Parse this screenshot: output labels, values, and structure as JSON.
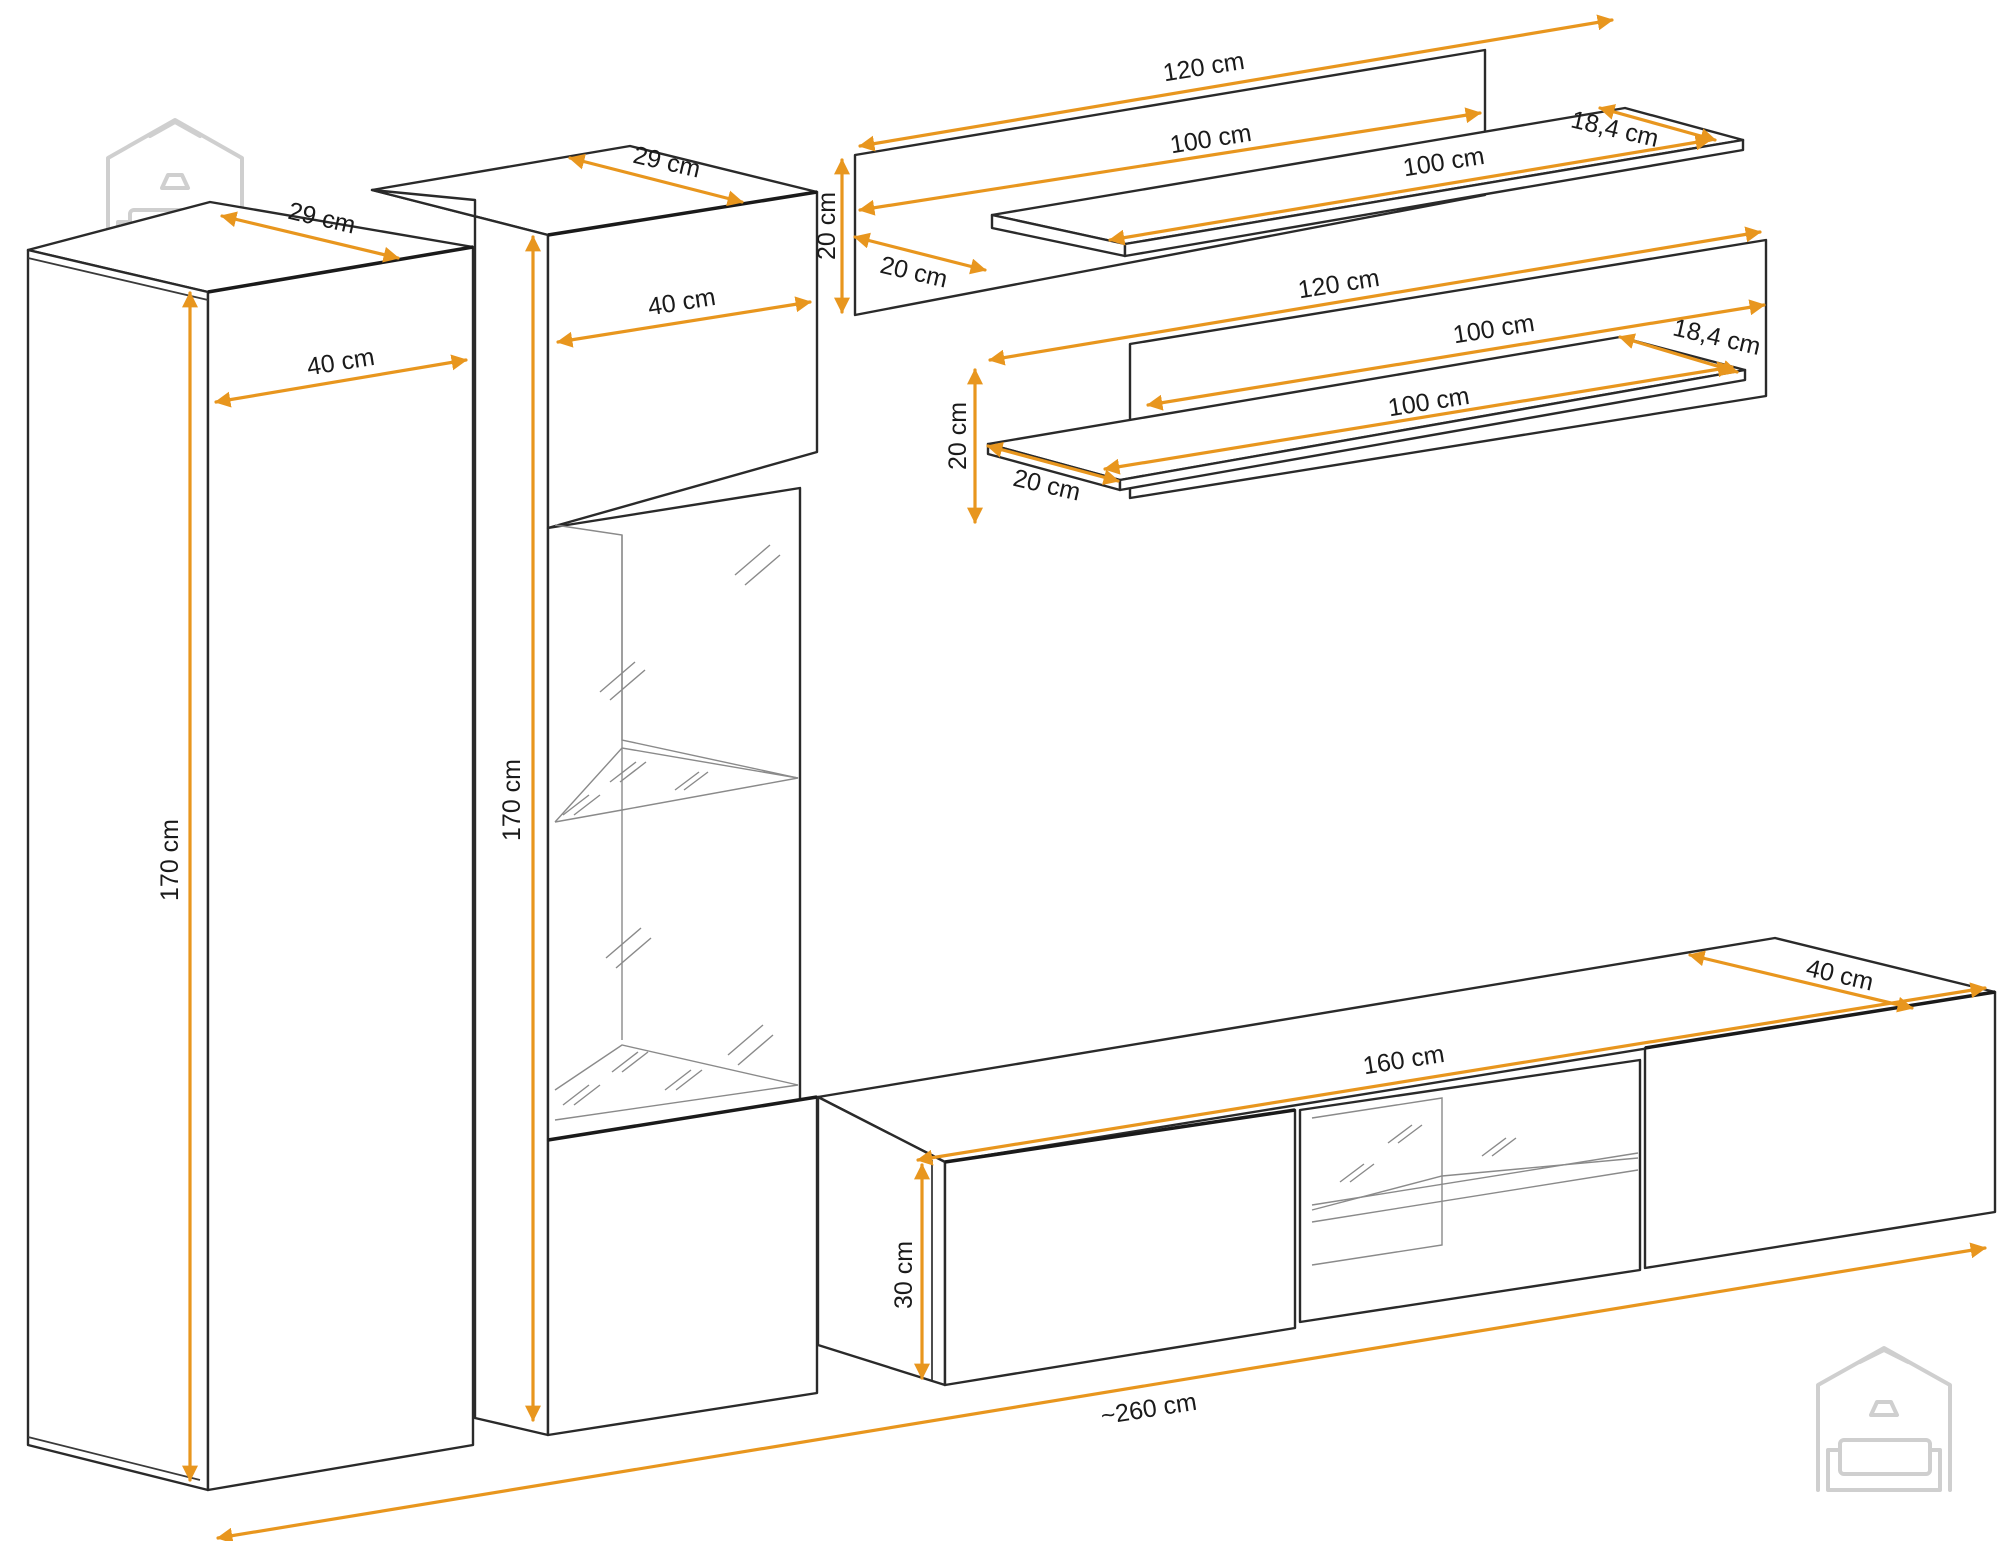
{
  "accent_color": "#E8961E",
  "icons": [
    "home-sofa-logo",
    "home-sofa-logo"
  ],
  "parts": {
    "left_cabinet": [
      "29 cm",
      "40 cm",
      "170 cm"
    ],
    "glass_cabinet": [
      "29 cm",
      "40 cm",
      "170 cm"
    ],
    "upper_shelf": [
      "120 cm",
      "100 cm",
      "100 cm",
      "18,4 cm",
      "20 cm",
      "20 cm"
    ],
    "lower_shelf": [
      "120 cm",
      "100 cm",
      "18,4 cm",
      "100 cm",
      "20 cm",
      "20 cm"
    ],
    "tv_stand": [
      "40 cm",
      "160 cm",
      "30 cm"
    ],
    "total_width": "~260 cm"
  }
}
